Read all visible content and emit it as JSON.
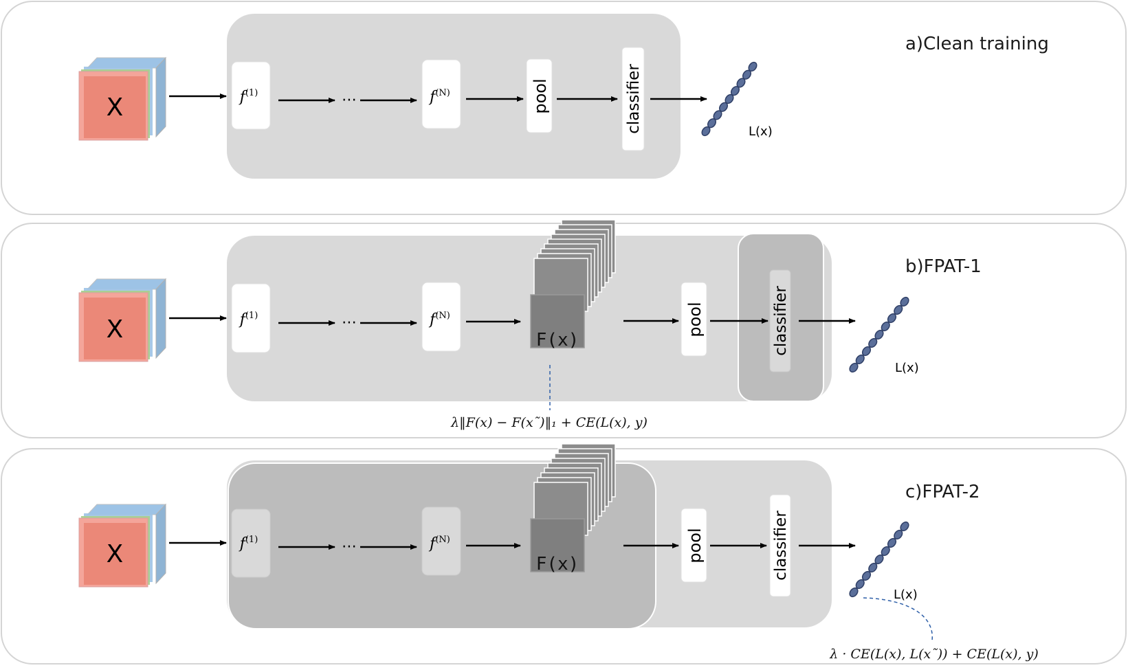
{
  "colors": {
    "panel_border": "#d4d4d4",
    "block_bg": "#d9d9d9",
    "block_dark": "#bcbcbc",
    "box_fill": "#ffffff",
    "feature_fill": "#7f7f7f",
    "cube_front": "#eb8878",
    "cube_green": "#a9d08e",
    "cube_blue": "#9dc3e6",
    "chain_fill": "#5b6f9a",
    "chain_stroke": "#2f3f66",
    "dash_line": "#2e5fa8",
    "arrow": "#000000"
  },
  "panels": [
    {
      "title": "a)Clean training",
      "input_label": "X",
      "layer_first": "f",
      "layer_first_sup": "(1)",
      "ellipsis": "⋯",
      "layer_last": "f",
      "layer_last_sup": "(N)",
      "pool": "pool",
      "classifier": "classifier",
      "output_label": "L(x)"
    },
    {
      "title": "b)FPAT-1",
      "input_label": "X",
      "layer_first": "f",
      "layer_first_sup": "(1)",
      "ellipsis": "⋯",
      "layer_last": "f",
      "layer_last_sup": "(N)",
      "feature": "F(x)",
      "pool": "pool",
      "classifier": "classifier",
      "output_label": "L(x)",
      "loss": "λ‖F(x) − F(x˜)‖₁ + CE(L(x), y)"
    },
    {
      "title": "c)FPAT-2",
      "input_label": "X",
      "layer_first": "f",
      "layer_first_sup": "(1)",
      "ellipsis": "⋯",
      "layer_last": "f",
      "layer_last_sup": "(N)",
      "feature": "F(x)",
      "pool": "pool",
      "classifier": "classifier",
      "output_label": "L(x)",
      "loss": "λ · CE(L(x), L(x˜)) + CE(L(x), y)"
    }
  ]
}
